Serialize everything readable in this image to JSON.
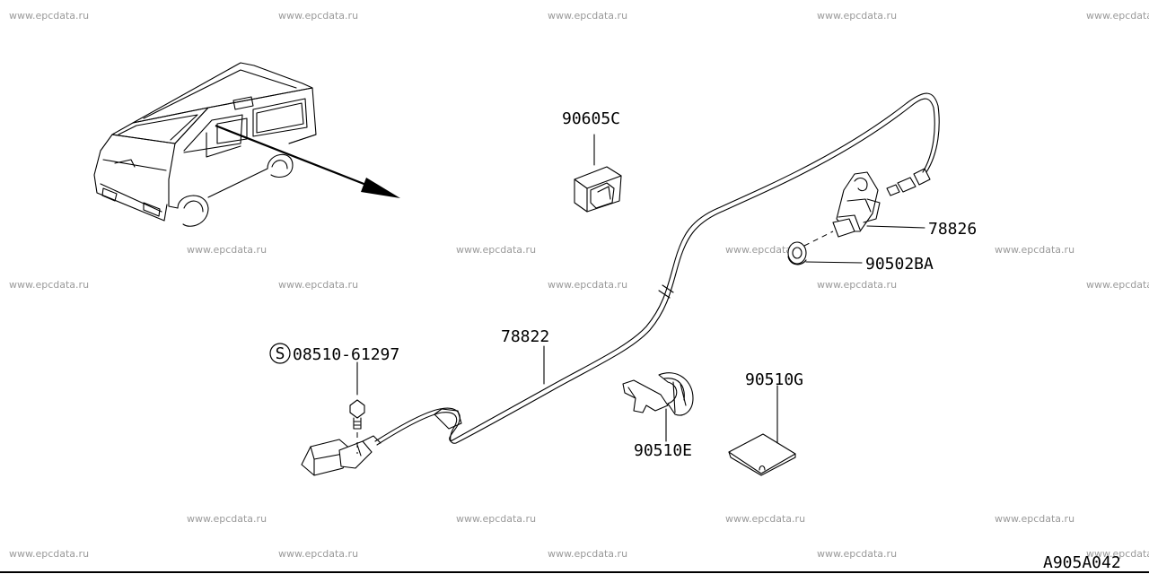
{
  "watermark": "www.epcdata.ru",
  "parts": {
    "bolt": {
      "symbol": "S",
      "number": "08510-61297"
    },
    "fuel_lid_cable": "78822",
    "lid_opener_bracket": "78826",
    "grommet": "90502BA",
    "clip_90605c": "90605C",
    "clip_90510e": "90510E",
    "pad_90510g": "90510G"
  },
  "diagram_ref": "A905A042"
}
